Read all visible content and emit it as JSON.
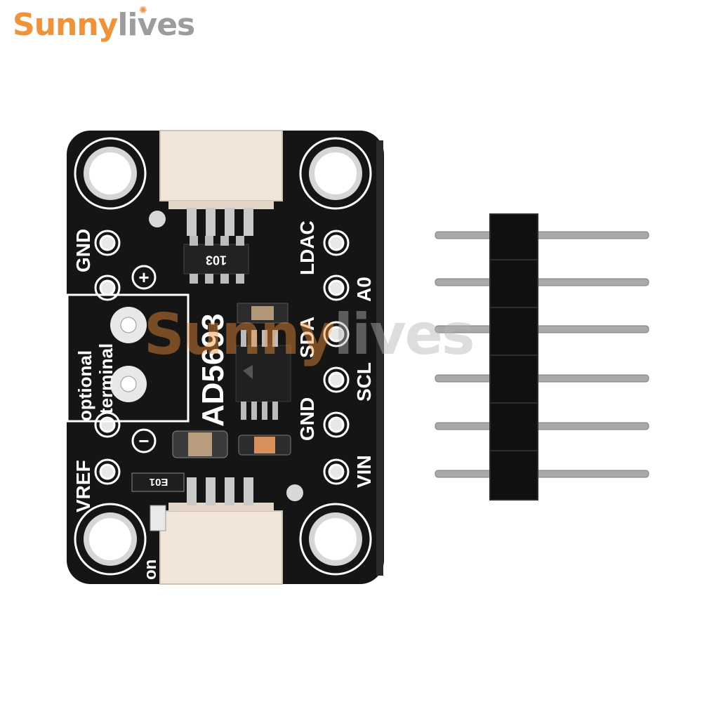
{
  "brand": {
    "part1": "Sunny",
    "part2": "lives"
  },
  "watermark": {
    "part1": "Sunny",
    "part2": "lives"
  },
  "board": {
    "chip_label": "AD5693",
    "resistor_code": "103",
    "small_resistor_code": "E01",
    "optional_label": "optional",
    "terminal_label": "terminal",
    "plus_symbol": "+",
    "minus_symbol": "−",
    "left_labels": {
      "gnd": "GND",
      "vref": "VREF",
      "on": "on"
    },
    "right_outer_labels": {
      "ldac": "LDAC",
      "a0": "A0",
      "scl": "SCL",
      "vin": "VIN"
    },
    "right_inner_labels": {
      "sda": "SDA",
      "gnd": "GND"
    }
  },
  "colors": {
    "pcb": "#151515",
    "silkscreen": "#ffffff",
    "connector": "#f1e6d9",
    "pin": "#a9a9a9",
    "brand_orange": "#f0923a",
    "brand_gray": "#9c9c9c"
  }
}
